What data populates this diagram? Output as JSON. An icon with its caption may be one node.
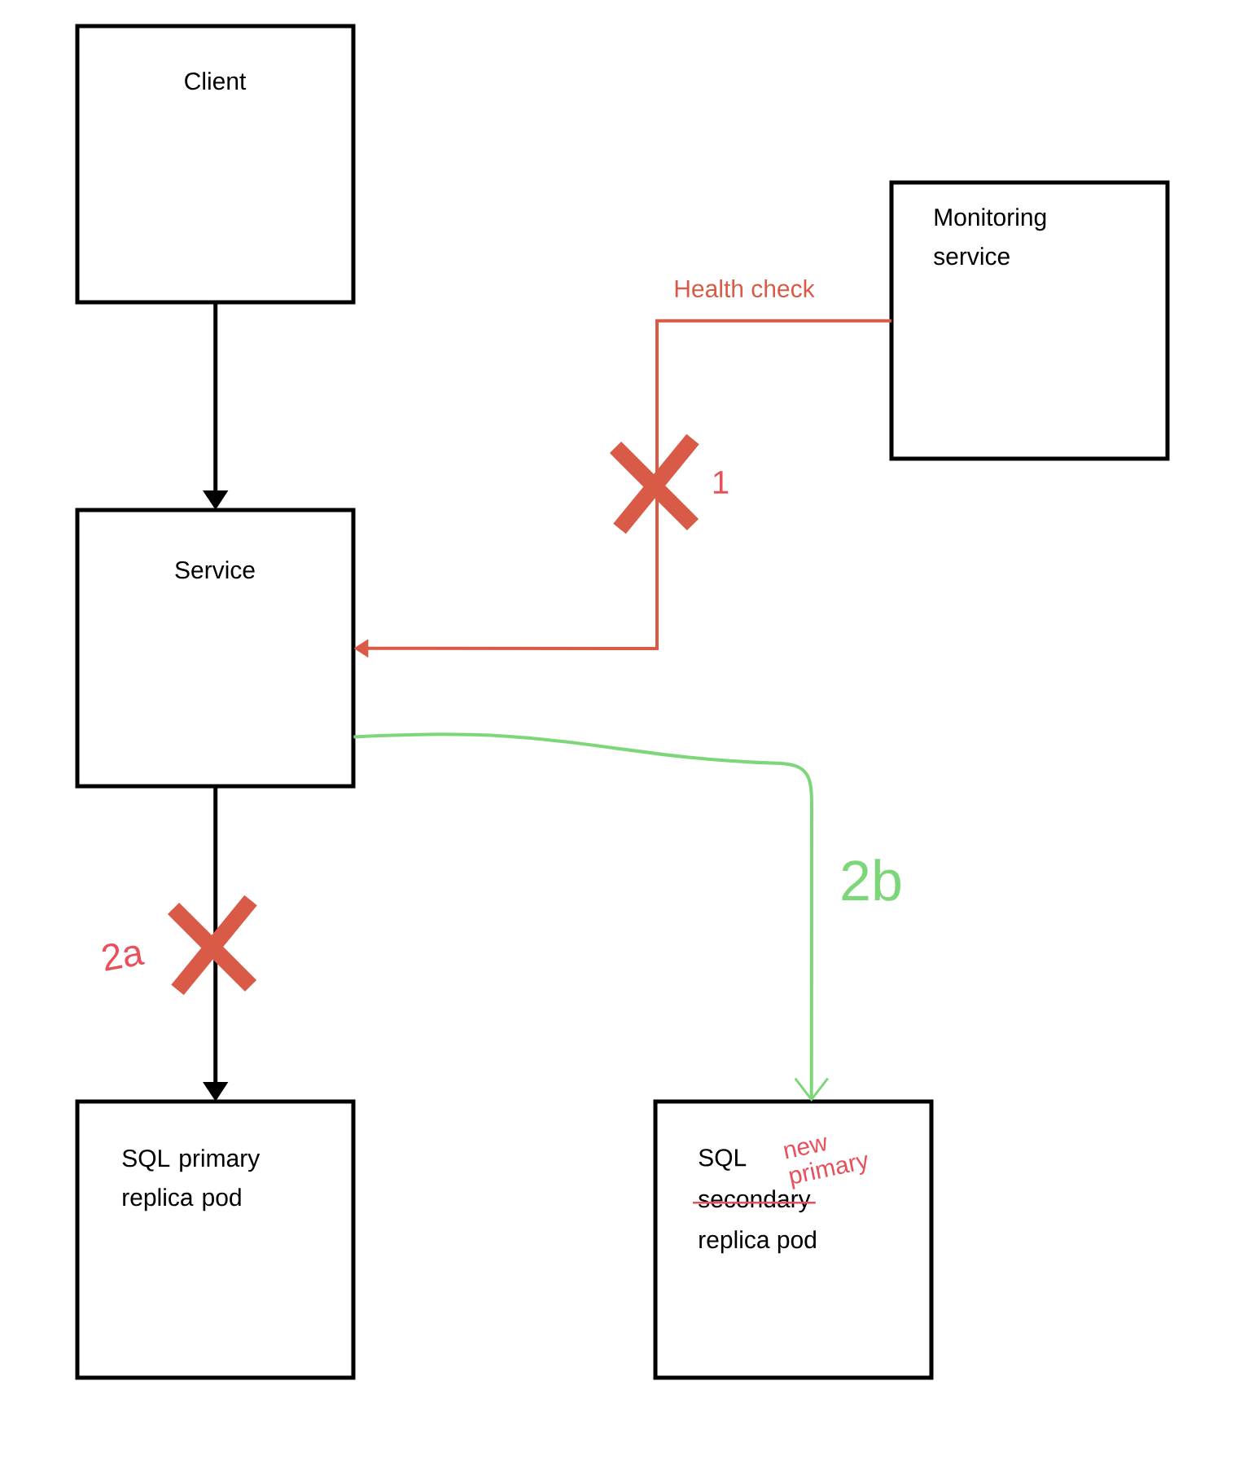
{
  "diagram": {
    "nodes": [
      {
        "text": [
          "Client"
        ]
      },
      {
        "text": [
          "Service"
        ]
      },
      {
        "text": [
          "SQL primary replica pod"
        ]
      },
      {
        "text": [
          "Monitoring service"
        ]
      },
      {
        "text": [
          "SQL",
          "secondary",
          "replica pod",
          "new primary"
        ]
      }
    ],
    "edges": [
      {
        "from": 0,
        "to": 1,
        "arrow": "to"
      },
      {
        "from": 3,
        "to": 1,
        "arrow": "to",
        "label": "Health check",
        "color": "#d95b47"
      },
      {
        "from": 1,
        "to": 2,
        "arrow": "to"
      },
      {
        "from": 1,
        "to": 4,
        "arrow": "to",
        "color": "#7dd67a"
      }
    ],
    "labels": [
      "1",
      "2a",
      "2b"
    ]
  }
}
